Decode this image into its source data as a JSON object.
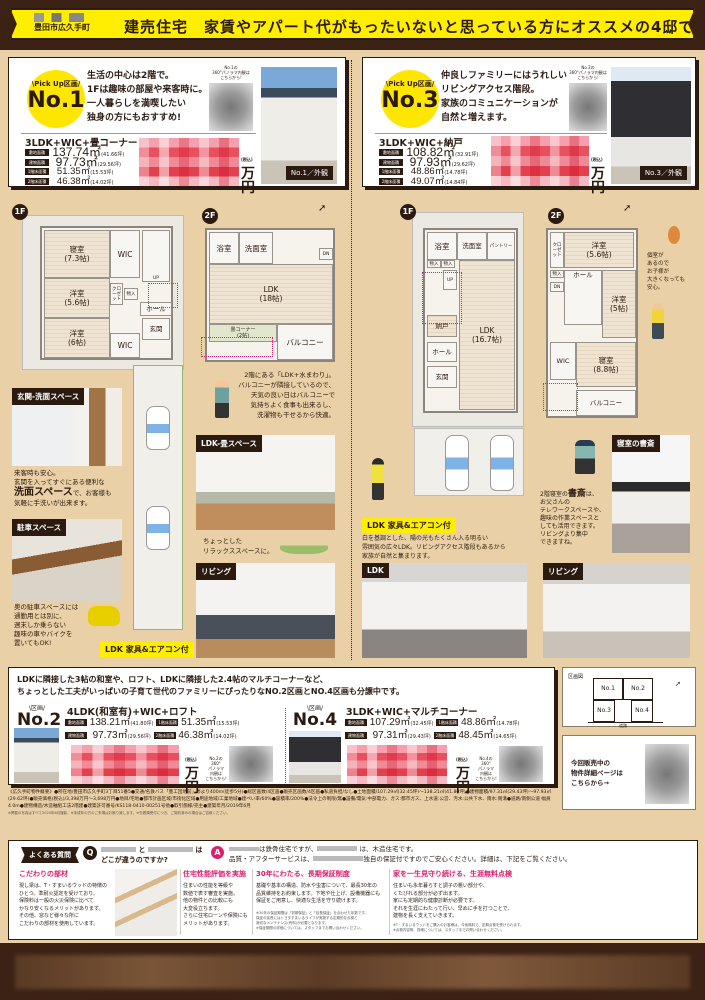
{
  "header": {
    "location": "豊田市広久手町",
    "title": "建売住宅　家賃やアパート代がもったいないと思っている方にオススメの4邸です。",
    "colors": {
      "band": "#3b2214",
      "banner": "#ffee00",
      "accent_pink": "#d9206f"
    }
  },
  "no1": {
    "pick_label": "\\Pick Up区画/",
    "number": "No.1",
    "description": "生活の中心は2階で。\n1Fは趣味の部屋や来客時に。\n一人暮らしを満喫したい\n独身の方にもおすすめ!",
    "panorama_note": "No.1の\n360°パノラマ内観は\nこちらから!",
    "layout": "3LDK+WIC+畳コーナー",
    "specs": [
      {
        "key": "敷地面積",
        "value": "137.74㎡",
        "tsubo": "(41.66坪)"
      },
      {
        "key": "建物面積",
        "value": "97.73㎡",
        "tsubo": "(29.56坪)"
      },
      {
        "key": "1階床面積",
        "value": "51.35㎡",
        "tsubo": "(15.53坪)"
      },
      {
        "key": "2階床面積",
        "value": "46.38㎡",
        "tsubo": "(14.02坪)"
      }
    ],
    "tax_label": "(税込)",
    "price_unit": "万円",
    "exterior_label": "No.1／外観",
    "plan": {
      "f1": "1F",
      "f2": "2F",
      "rooms_1f": [
        "寝室\n(7.3帖)",
        "WIC",
        "洋室\n(5.6帖)",
        "洋室\n(6帖)",
        "WIC",
        "クローゼット",
        "物入",
        "UP",
        "ホール",
        "玄関"
      ],
      "rooms_2f": [
        "浴室",
        "洗面室",
        "DN",
        "LDK\n(18帖)",
        "バルコニー",
        "畳コーナー\n(2帖)"
      ]
    },
    "caption_2f": "2階にある「LDK+水まわり」。\nバルコニーが隣接しているので、\n天気の良い日はバルコニーで\n気持ちよく食事も出来るし、\n洗濯物も干せるから快適。",
    "photos": [
      {
        "label": "玄関-洗面スペース",
        "caption_pre": "来客時も安心。\n玄関を入ってすぐにある便利な",
        "caption_big": "洗面スペース",
        "caption_post": "で、お客様も\n気軽に手洗いが出来ます。"
      },
      {
        "label": "駐車スペース",
        "caption": "奥の駐車スペースには\n通勤用とは別に、\n週末しか乗らない\n趣味の車やバイクを\n置いてもOK!"
      },
      {
        "label": "LDK-畳スペース",
        "caption": "ちょっとした\nリラックススペースに。"
      },
      {
        "label": "リビング"
      }
    ],
    "furniture_label": "LDK 家具&エアコン付"
  },
  "no3": {
    "pick_label": "\\Pick Up区画/",
    "number": "No.3",
    "description": "仲良しファミリーにはうれしい\nリビングアクセス階段。\n家族のコミュニケーションが\n自然と増えます。",
    "panorama_note": "No.3の\n360°パノラマ内観は\nこちらから!",
    "layout": "3LDK+WIC+納戸",
    "specs": [
      {
        "key": "敷地面積",
        "value": "108.82㎡",
        "tsubo": "(32.91坪)"
      },
      {
        "key": "建物面積",
        "value": "97.93㎡",
        "tsubo": "(29.62坪)"
      },
      {
        "key": "1階床面積",
        "value": "48.86㎡",
        "tsubo": "(14.78坪)"
      },
      {
        "key": "2階床面積",
        "value": "49.07㎡",
        "tsubo": "(14.84坪)"
      }
    ],
    "tax_label": "(税込)",
    "price_unit": "万円",
    "exterior_label": "No.3／外観",
    "plan": {
      "f1": "1F",
      "f2": "2F",
      "rooms_1f": [
        "浴室",
        "洗面室",
        "パントリー",
        "物入",
        "物入",
        "UP",
        "納戸",
        "LDK\n(16.7帖)",
        "ホール",
        "玄関"
      ],
      "rooms_2f": [
        "クローゼット",
        "洋室\n(5.6帖)",
        "物入",
        "DN",
        "ホール",
        "洋室\n(5帖)",
        "WIC",
        "寝室\n(8.8帖)",
        "バルコニー"
      ]
    },
    "side_note": "個室が\nあるので\nお子様が\n大きくなっても\n安心。",
    "furniture_label": "LDK 家具&エアコン付",
    "ldk_caption": "白を基調とした、陽の光もたくさん入る明るい\n雰囲気の広々LDK。リビングアクセス階段もあるから\n家族が自然と集まります。",
    "study_caption_pre": "2階寝室の",
    "study_caption_big": "書斎",
    "study_caption_post": "は、\nお父さんの\nテレワークスペースや、\n趣味の作業スペースと\nしても活用できます。\nリビングより集中\nできますね。",
    "photos": [
      {
        "label": "寝室の書斎"
      },
      {
        "label": "LDK"
      },
      {
        "label": "リビング"
      }
    ]
  },
  "others": {
    "headline": "LDKに隣接した3帖の和室や、ロフト、LDKに隣接した2.4帖のマルチコーナーなど、\nちょっとした工夫がいっぱいの子育て世代のファミリーにぴったりなNO.2区画とNO.4区画も分譲中です。",
    "lots": [
      {
        "label": "\\区画/",
        "number": "No.2",
        "layout": "4LDK(和室有)+WIC+ロフト",
        "specs": [
          {
            "key": "敷地面積",
            "value": "138.21㎡",
            "tsubo": "(41.80坪)"
          },
          {
            "key": "1階床面積",
            "value": "51.35㎡",
            "tsubo": "(15.53坪)"
          },
          {
            "key": "建物面積",
            "value": "97.73㎡",
            "tsubo": "(29.56坪)"
          },
          {
            "key": "2階床面積",
            "value": "46.38㎡",
            "tsubo": "(14.02坪)"
          }
        ],
        "tax_label": "(税込)",
        "price_unit": "万円",
        "panorama_note": "No.2の\n360°\nパノラマ\n内観は\nこちらから!"
      },
      {
        "label": "\\区画/",
        "number": "No.4",
        "layout": "3LDK+WIC+マルチコーナー",
        "specs": [
          {
            "key": "敷地面積",
            "value": "107.29㎡",
            "tsubo": "(32.45坪)"
          },
          {
            "key": "1階床面積",
            "value": "48.86㎡",
            "tsubo": "(14.78坪)"
          },
          {
            "key": "建物面積",
            "value": "97.31㎡",
            "tsubo": "(29.43坪)"
          },
          {
            "key": "2階床面積",
            "value": "48.45㎡",
            "tsubo": "(14.65坪)"
          }
        ],
        "tax_label": "(税込)",
        "price_unit": "万円",
        "panorama_note": "No.4の\n360°\nパノラマ\n内観は\nこちらから!"
      }
    ]
  },
  "site_map": {
    "title": "区画図",
    "lots": [
      "No.1",
      "No.2",
      "No.3",
      "No.4"
    ],
    "road": "道路"
  },
  "details_link": {
    "text": "今回販売中の\n物件詳細ページは\nこちらから→"
  },
  "overview": {
    "text": "《広久手町物件概要》●所在地/豊田市広久手町3丁目51番5●交通/名鉄バス「豊工団地前」停より400m(徒歩5分)●総区画数/4区画●販売区画数/4区画●私道負担/なし●土地面積/107.29㎡(32.45坪)～138.21㎡(41.80坪)●建物面積/97.31㎡(29.43坪)～97.93㎡(29.62坪)●販売価格(税込)/3,398万円～3,698万円●地目/宅地●都市計画区域/市街化区域●用途地域/工業地域●建ぺい率/60%●容積率/200%●法令上の制限/無●設備/電気:中部電力、ガス:都市ガス、上水道:公営、汚水:公共下水、雨水:側溝●道路/南側公道 幅員4.0m●建物構造/木造軸組工法2階建●建築許可番号/KS118-0410-00251号他●取引態様/売主●建築年月/2019年6月",
    "note": "※掲載の写真はすべて2020年6月撮影。※未成年の方のご来場はお断り致します。※先着順受付につき、ご契約済みの場合はご容赦ください。"
  },
  "faq": {
    "label": "よくある質問",
    "q_mark": "Q",
    "q_text_mid": "と",
    "q_text_end": "は",
    "q_line2": "どこが違うのですか?",
    "a_mark": "A",
    "a_line1_mid": "は鉄骨住宅ですが、",
    "a_line1_end": "は、木造住宅です。",
    "a_line2_pre": "品質・アフターサービスは、",
    "a_line2_post": "独自の保証付ですのでご安心ください。詳細は、下記をご覧ください。",
    "columns": [
      {
        "title": "こだわりの部材",
        "text": "現し梁は、T・すまいるウッドの特徴の\nひとつ。準耐火認定を受けており、\n保険料は一般の火災保険に比べて\nかなり安くなるメリットがあります。\nその他、窓など様々な所に\nこだわりの部材を使用しています。"
      },
      {
        "title": "住宅性能評価を実施",
        "text": "住まいの性能を等級や\n数値で表す審査を実施。\n他の物件との比較にも\n大変役立ちます。\nさらに住宅ローンや保険にも\nメリットがあります。"
      },
      {
        "title": "30年にわたる、長期保証制度",
        "text": "基礎や基本の構造、防水や虫害について、最長30年の\n品質維持をお約束します。下地や仕上げ、設備機器にも\n保証をご用意し、快適な生活を守り続けます。",
        "note": "※30年の保証期間は「初期保証」と「延長保証」を合わせた年数です。\n保証の延長にはトヨタすまいるライフが実施する定期的な点検と\n適切なメンテナンス(有料)が必要となります。\n※保証期間の詳細については、スタッフまでお問い合わせください。"
      },
      {
        "title": "家を一生見守り続ける、生涯無料点検",
        "text": "住まいも永年暮らすと調子の悪い部分や、\nくたびれる部分が必ず出ます。\n家にも定期的な健康診断が必要です。\nそれを生涯にわたって行い、早めに手を打つことで、\n建物を長く支えていきます。",
        "note": "※T・すまいるウッドをご購入のお客様は、今後無料で、定期点検を受けられます。\n※点検内容等、詳細については、スタッフまでお問い合わせください。"
      }
    ]
  }
}
